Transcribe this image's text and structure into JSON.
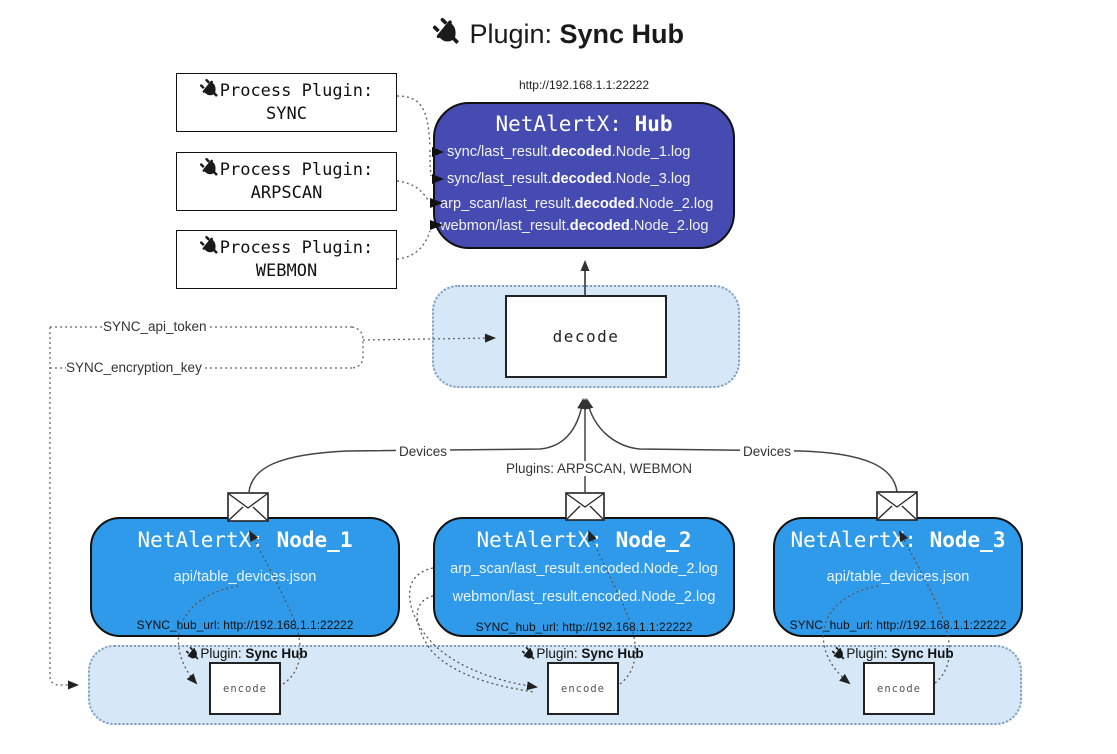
{
  "title": {
    "label": "Plugin: ",
    "name": "Sync Hub"
  },
  "hub": {
    "url": "http://192.168.1.1:22222",
    "title_prefix": "NetAlertX: ",
    "title_name": "Hub",
    "logs": [
      {
        "pre": "sync/last_result.",
        "bold": "decoded",
        "post": ".Node_1.log"
      },
      {
        "pre": "sync/last_result.",
        "bold": "decoded",
        "post": ".Node_3.log"
      },
      {
        "pre": "arp_scan/last_result.",
        "bold": "decoded",
        "post": ".Node_2.log"
      },
      {
        "pre": "webmon/last_result.",
        "bold": "decoded",
        "post": ".Node_2.log"
      }
    ]
  },
  "process_plugins": [
    {
      "label": "Process Plugin:",
      "name": "SYNC"
    },
    {
      "label": "Process Plugin:",
      "name": "ARPSCAN"
    },
    {
      "label": "Process Plugin:",
      "name": "WEBMON"
    }
  ],
  "decode": {
    "label": "decode"
  },
  "config": {
    "api_token": "SYNC_api_token",
    "encryption_key": "SYNC_encryption_key"
  },
  "edge_labels": {
    "devices_left": "Devices",
    "plugins_center": "Plugins: ARPSCAN, WEBMON",
    "devices_right": "Devices"
  },
  "nodes": [
    {
      "title_prefix": "NetAlertX: ",
      "title_name": "Node_1",
      "files": [
        "api/table_devices.json"
      ],
      "hub_url": "SYNC_hub_url: http://192.168.1.1:22222"
    },
    {
      "title_prefix": "NetAlertX: ",
      "title_name": "Node_2",
      "files": [
        "arp_scan/last_result.encoded.Node_2.log",
        "webmon/last_result.encoded.Node_2.log"
      ],
      "hub_url": "SYNC_hub_url: http://192.168.1.1:22222"
    },
    {
      "title_prefix": "NetAlertX: ",
      "title_name": "Node_3",
      "files": [
        "api/table_devices.json"
      ],
      "hub_url": "SYNC_hub_url: http://192.168.1.1:22222"
    }
  ],
  "encoders": [
    {
      "label": "Plugin: ",
      "label_bold": "Sync Hub",
      "box_label": "encode"
    },
    {
      "label": "Plugin: ",
      "label_bold": "Sync Hub",
      "box_label": "encode"
    },
    {
      "label": "Plugin: ",
      "label_bold": "Sync Hub",
      "box_label": "encode"
    }
  ],
  "colors": {
    "hub": "#464bb2",
    "node": "#2f9aea",
    "panel": "#d6e8f8"
  }
}
